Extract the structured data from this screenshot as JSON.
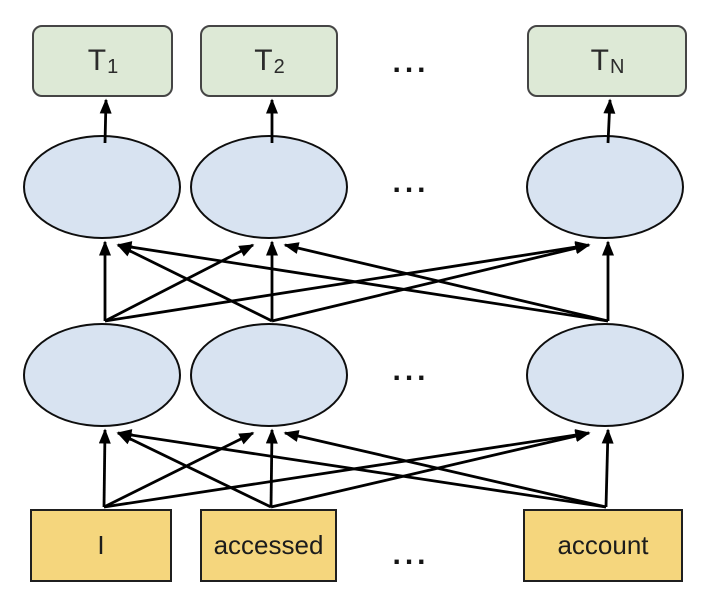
{
  "diagram": {
    "description": "feedforward-network-diagram",
    "ellipsis": "...",
    "colors": {
      "background": "#ffffff",
      "output_box_fill": "#dde9d6",
      "output_box_border": "#454545",
      "hidden_node_fill": "#d8e3f1",
      "hidden_node_border": "#0e0e0e",
      "input_box_fill": "#f5d67d",
      "input_box_border": "#1f1f1f",
      "arrow": "#000000"
    },
    "nodes": {
      "outputs": [
        {
          "id": "t1",
          "label": "T",
          "sub": "1"
        },
        {
          "id": "t2",
          "label": "T",
          "sub": "2"
        },
        {
          "id": "tn",
          "label": "T",
          "sub": "N"
        }
      ],
      "hidden_upper": [
        {
          "id": "h2_1"
        },
        {
          "id": "h2_2"
        },
        {
          "id": "h2_n"
        }
      ],
      "hidden_lower": [
        {
          "id": "h1_1"
        },
        {
          "id": "h1_2"
        },
        {
          "id": "h1_n"
        }
      ],
      "inputs": [
        {
          "id": "in1",
          "label": "I"
        },
        {
          "id": "in2",
          "label": "accessed"
        },
        {
          "id": "inn",
          "label": "account"
        }
      ]
    },
    "edges": [
      {
        "from": "h2_1",
        "to": "t1"
      },
      {
        "from": "h2_2",
        "to": "t2"
      },
      {
        "from": "h2_n",
        "to": "tn"
      },
      {
        "from": "h1_1",
        "to": "h2_1"
      },
      {
        "from": "h1_1",
        "to": "h2_2"
      },
      {
        "from": "h1_1",
        "to": "h2_n"
      },
      {
        "from": "h1_2",
        "to": "h2_1"
      },
      {
        "from": "h1_2",
        "to": "h2_2"
      },
      {
        "from": "h1_2",
        "to": "h2_n"
      },
      {
        "from": "h1_n",
        "to": "h2_1"
      },
      {
        "from": "h1_n",
        "to": "h2_2"
      },
      {
        "from": "h1_n",
        "to": "h2_n"
      },
      {
        "from": "in1",
        "to": "h1_1"
      },
      {
        "from": "in1",
        "to": "h1_2"
      },
      {
        "from": "in1",
        "to": "h1_n"
      },
      {
        "from": "in2",
        "to": "h1_1"
      },
      {
        "from": "in2",
        "to": "h1_2"
      },
      {
        "from": "in2",
        "to": "h1_n"
      },
      {
        "from": "inn",
        "to": "h1_1"
      },
      {
        "from": "inn",
        "to": "h1_2"
      },
      {
        "from": "inn",
        "to": "h1_n"
      }
    ]
  }
}
